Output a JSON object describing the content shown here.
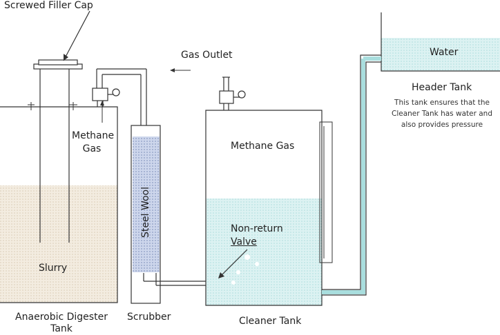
{
  "labels": {
    "filler_cap": "Screwed Filler Cap",
    "gas_outlet": "Gas Outlet",
    "methane_gas_digester": "Methane Gas",
    "steel_wool": "Steel Wool",
    "methane_gas_cleaner": "Methane Gas",
    "non_return_valve_line1": "Non-return",
    "non_return_valve_line2": "Valve",
    "slurry": "Slurry",
    "water": "Water",
    "header_tank": "Header Tank",
    "header_tank_note": "This tank ensures that the Cleaner Tank has water and also provides pressure",
    "digester_tank": "Anaerobic Digester Tank",
    "scrubber": "Scrubber",
    "cleaner_tank": "Cleaner Tank"
  },
  "colors": {
    "outline": "#333333",
    "slurry_fill": "#efe6d8",
    "water_fill": "#d7f0f0",
    "steel_wool_fill": "#c6cfe6",
    "pipe": "#ffffff"
  }
}
